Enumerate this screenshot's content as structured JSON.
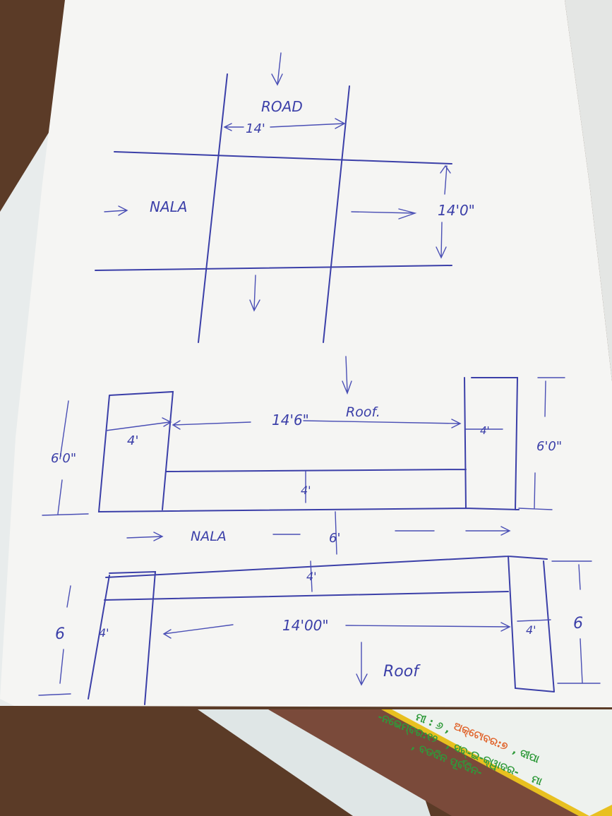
{
  "sketch": {
    "top_plan": {
      "road_label": "ROAD",
      "road_width": "14'",
      "nala_label": "NALA",
      "nala_width": "14'0\""
    },
    "upper_section": {
      "span": "14'6\"",
      "roof_label": "Roof.",
      "left_height": "6'0\"",
      "left_width": "4'",
      "right_width": "4'",
      "right_height": "6'0\"",
      "slab_depth": "4'"
    },
    "middle": {
      "nala_label": "NALA",
      "gap": "6'"
    },
    "lower_section": {
      "slab_depth": "4'",
      "left_height": "6",
      "left_width": "4'",
      "span": "14'00\"",
      "right_width": "4'",
      "right_height": "6",
      "roof_label": "Roof"
    }
  },
  "calendar": {
    "line1_a": "ମୀ : ୬ ,",
    "line1_b": "ଅକ୍ଟୋବର:୭",
    "line1_c": ", ଦୀପା",
    "line2_a": "-ନଭେମ୍ବର:୧୨",
    "line2_b": ", ସବ୍-ଇ-କ୍ୱାଦର-",
    "line2_c": "ମା",
    "line3": ", ବଡଦିନ ପୂର୍ବଦିନ-",
    "colors": {
      "green": "#2f9a3a",
      "orange": "#e0632a",
      "yellow": "#e8c020"
    }
  },
  "colors": {
    "ink": "#3b3fa8",
    "paper": "#f4f4f2",
    "wood": "#5a3a26"
  }
}
